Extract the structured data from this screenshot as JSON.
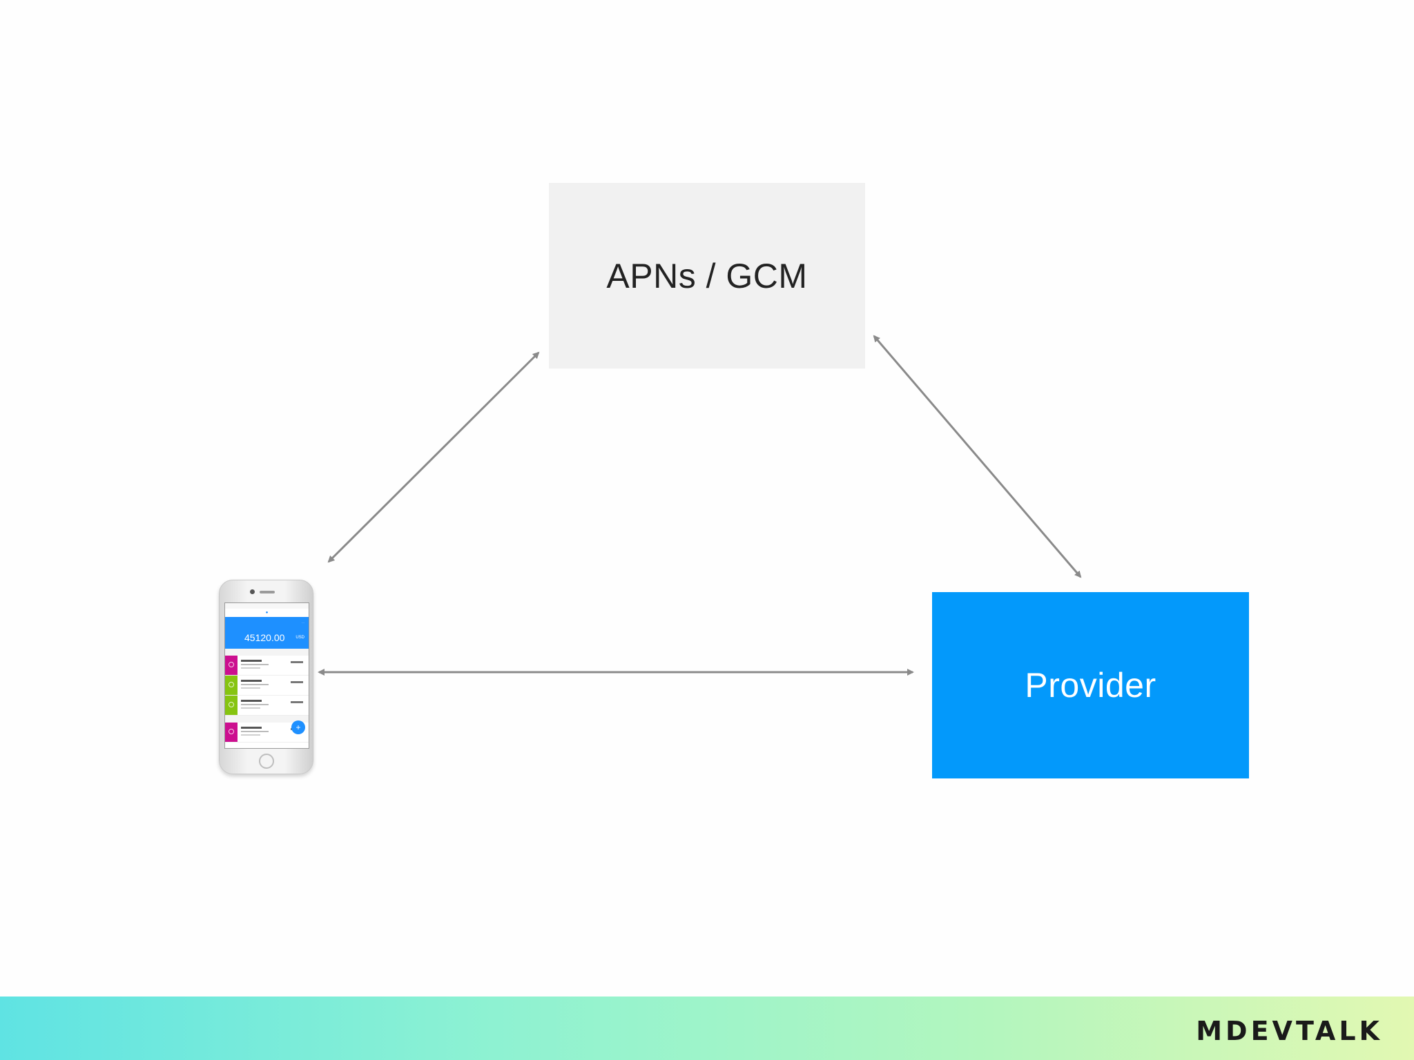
{
  "diagram": {
    "nodes": {
      "apns": {
        "label": "APNs / GCM",
        "fill": "#f1f1f1",
        "text_color": "#222222"
      },
      "provider": {
        "label": "Provider",
        "fill": "#0399fb",
        "text_color": "#ffffff"
      },
      "device": {
        "label": ""
      }
    },
    "edges": [
      {
        "from": "device",
        "to": "apns",
        "direction": "both"
      },
      {
        "from": "apns",
        "to": "provider",
        "direction": "both"
      },
      {
        "from": "device",
        "to": "provider",
        "direction": "both"
      }
    ],
    "arrow_color": "#8a8a8a"
  },
  "phone_screen": {
    "balance": "45120.00",
    "currency": "USD",
    "accent": "#1e90ff",
    "category_colors": [
      "#cc0f8f",
      "#86c410",
      "#86c410",
      "#cc0f8f"
    ]
  },
  "footer": {
    "brand": "MDEVTALK",
    "gradient_start": "#5fe3e3",
    "gradient_end": "#e2f8b2"
  }
}
